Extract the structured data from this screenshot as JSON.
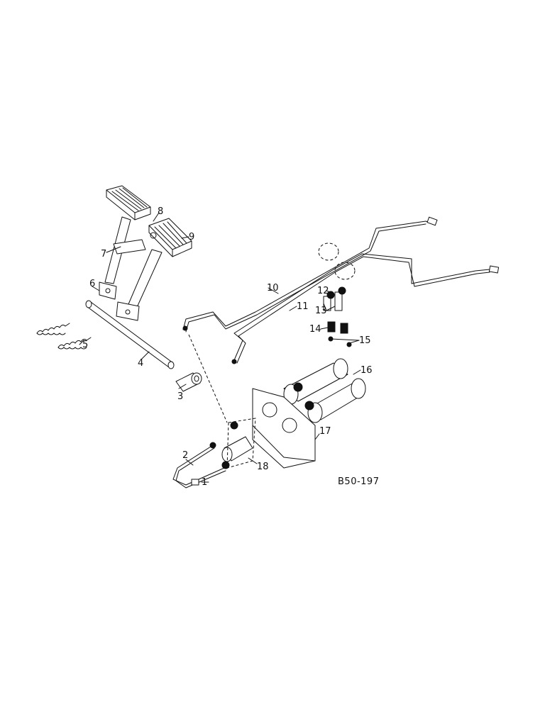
{
  "diagram": {
    "drawing_code": "B50-197",
    "callouts": [
      "1",
      "2",
      "3",
      "4",
      "5",
      "6",
      "7",
      "8",
      "9",
      "10",
      "11",
      "12",
      "13",
      "14",
      "15",
      "16",
      "17",
      "18"
    ]
  }
}
